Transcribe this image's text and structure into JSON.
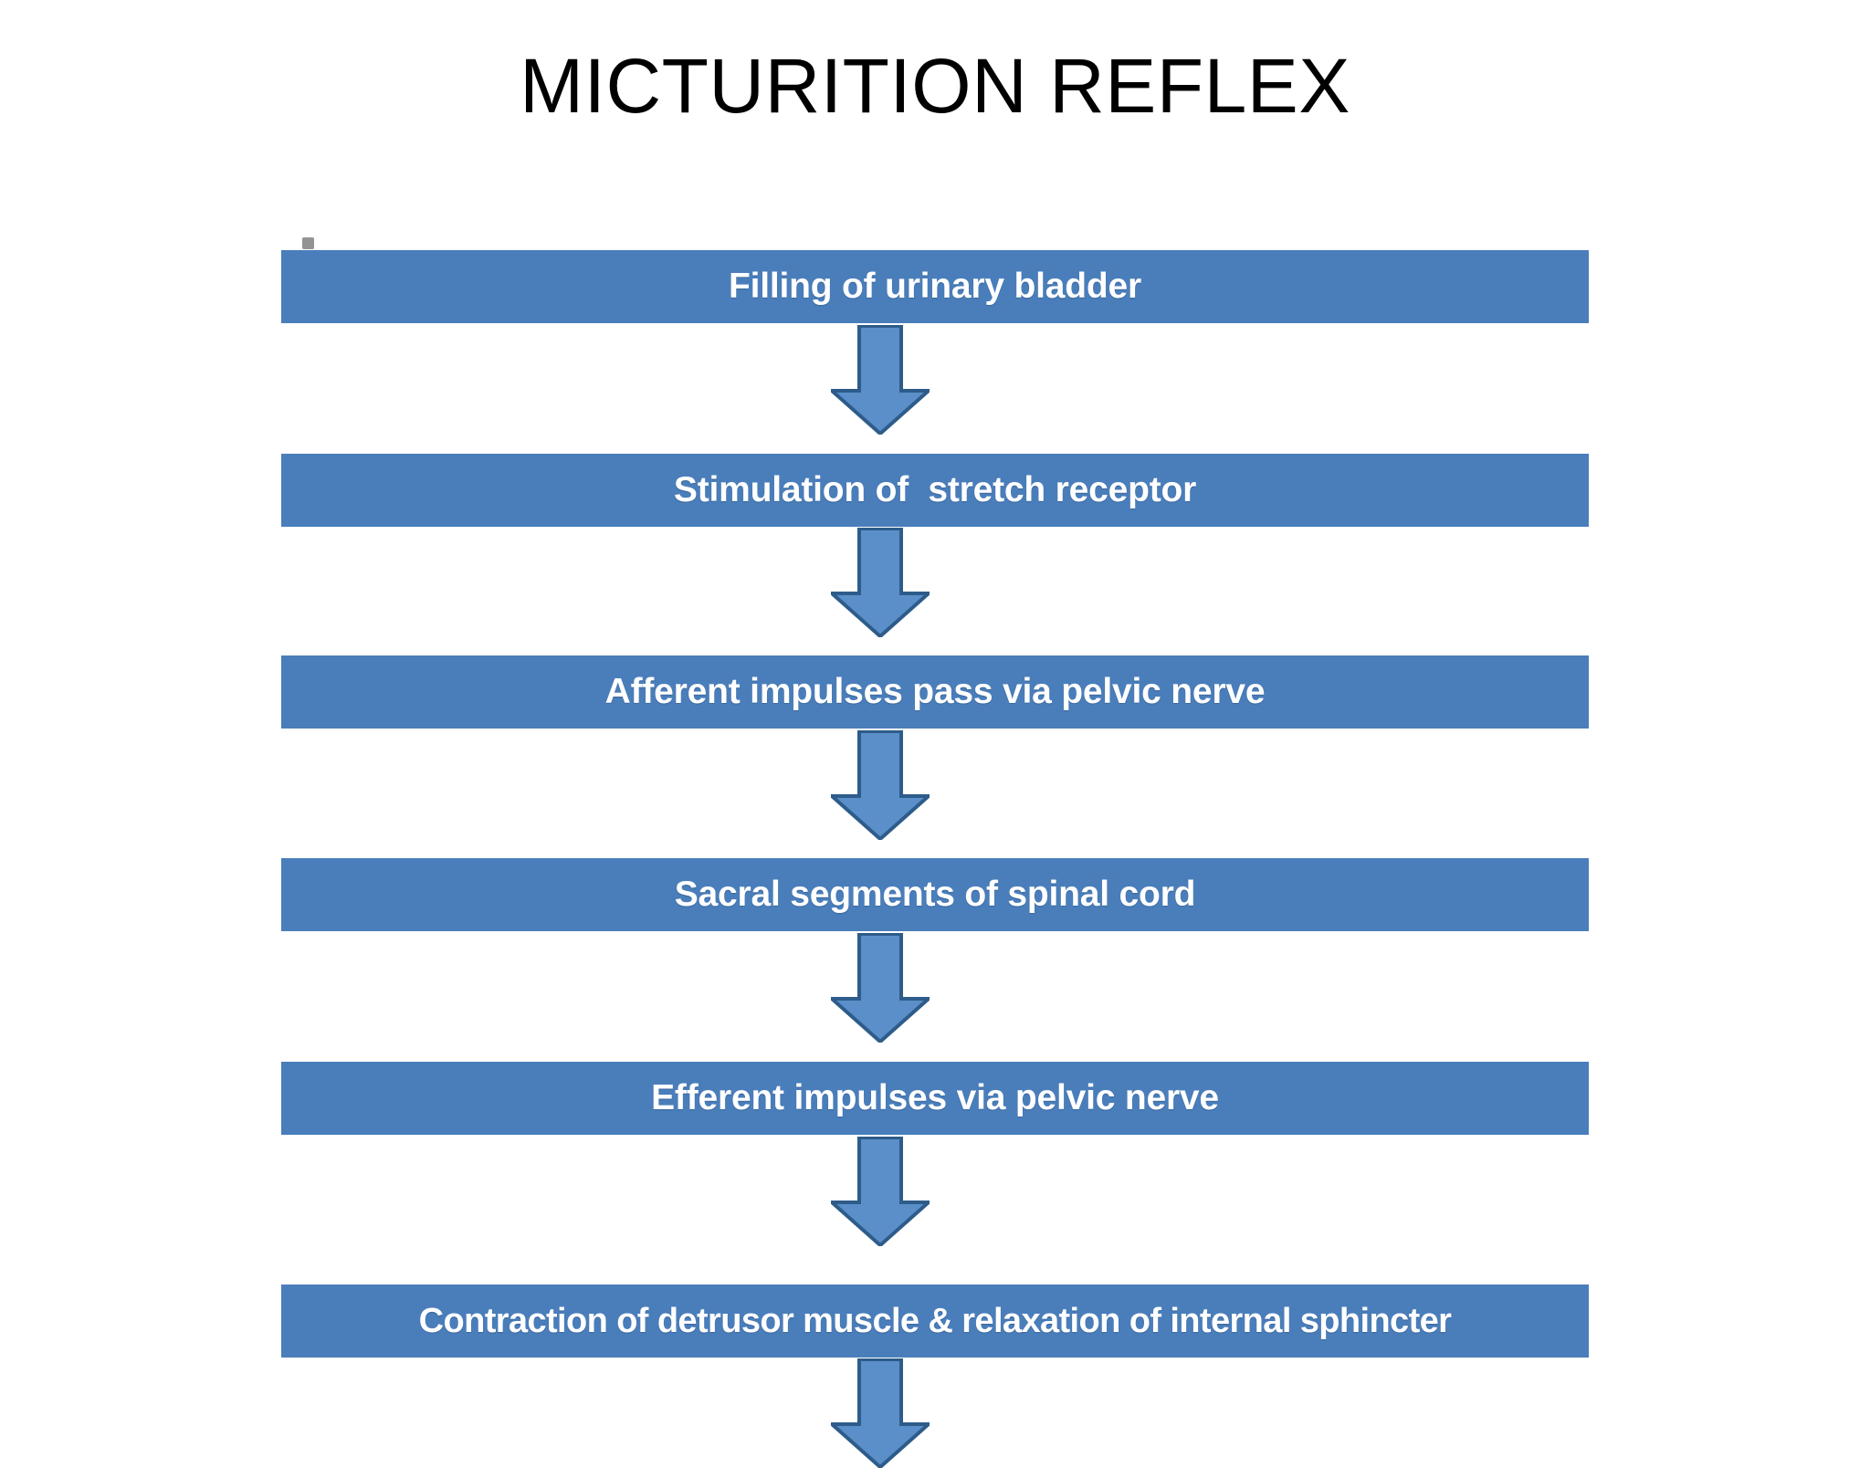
{
  "slide": {
    "title": "MICTURITION REFLEX",
    "background_color": "#FFFFFF",
    "title_color": "#000000"
  },
  "theme": {
    "box_fill": "#4A7EBB",
    "box_text_color": "#FFFFFF",
    "arrow_fill": "#5B8FC9",
    "arrow_outline": "#2E5C8A"
  },
  "chart_data": {
    "type": "diagram",
    "diagram_kind": "vertical-flowchart",
    "title": "MICTURITION REFLEX",
    "orientation": "top-to-bottom",
    "node_count": 6,
    "connector": "down-arrow",
    "nodes": [
      {
        "id": 1,
        "label": "Filling of urinary bladder"
      },
      {
        "id": 2,
        "label": "Stimulation of  stretch receptor"
      },
      {
        "id": 3,
        "label": "Afferent impulses pass via pelvic nerve"
      },
      {
        "id": 4,
        "label": "Sacral segments of spinal cord"
      },
      {
        "id": 5,
        "label": "Efferent impulses via pelvic nerve"
      },
      {
        "id": 6,
        "label": "Contraction of detrusor muscle & relaxation of internal sphincter"
      }
    ],
    "edges": [
      {
        "from": 1,
        "to": 2,
        "type": "arrow-down"
      },
      {
        "from": 2,
        "to": 3,
        "type": "arrow-down"
      },
      {
        "from": 3,
        "to": 4,
        "type": "arrow-down"
      },
      {
        "from": 4,
        "to": 5,
        "type": "arrow-down"
      },
      {
        "from": 5,
        "to": 6,
        "type": "arrow-down"
      },
      {
        "from": 6,
        "to": null,
        "type": "arrow-down-cut-off"
      }
    ]
  },
  "flow": {
    "boxes": [
      {
        "label": "Filling of urinary bladder"
      },
      {
        "label": "Stimulation of  stretch receptor"
      },
      {
        "label": "Afferent impulses pass via pelvic nerve"
      },
      {
        "label": "Sacral segments of spinal cord"
      },
      {
        "label": "Efferent impulses via pelvic nerve"
      },
      {
        "label": "Contraction of detrusor muscle & relaxation of internal sphincter"
      }
    ]
  }
}
